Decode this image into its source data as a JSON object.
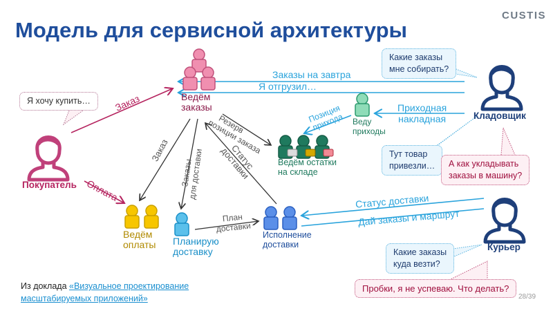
{
  "title": "Модель для сервисной архитектуры",
  "logo": "CUSTIS",
  "colors": {
    "title": "#1f4e9c",
    "buyer": "#b5245f",
    "arrow_internal": "#333333",
    "arrow_external": "#29a3dc",
    "orders": "#e56f9a",
    "stock": "#1f7a5e",
    "receipts": "#7fd6b0",
    "payments": "#f2c200",
    "planning": "#5bc0eb",
    "delivery": "#4a86e8",
    "staff": "#1e3f7a"
  },
  "actors": {
    "buyer": {
      "label": "Покупатель",
      "icon": "person-outline-icon"
    },
    "storekeeper": {
      "label": "Кладовщик",
      "icon": "person-outline-icon"
    },
    "courier": {
      "label": "Курьер",
      "icon": "person-outline-icon"
    }
  },
  "services": {
    "orders": {
      "label_1": "Ведём",
      "label_2": "заказы"
    },
    "receipts": {
      "label_1": "Веду",
      "label_2": "приходы"
    },
    "stock": {
      "label_1": "Ведём остатки",
      "label_2": "на складе"
    },
    "payments": {
      "label_1": "Ведём",
      "label_2": "оплаты"
    },
    "planning": {
      "label_1": "Планирую",
      "label_2": "доставку"
    },
    "delivery": {
      "label_1": "Исполнение",
      "label_2": "доставки"
    }
  },
  "arrows": {
    "orders_tomorrow": "Заказы на завтра",
    "shipped": "Я отгрузил…",
    "invoice_1": "Приходная",
    "invoice_2": "накладная",
    "receipt_pos_1": "Позиция",
    "receipt_pos_2": "прихода",
    "reserve_1": "Резерв",
    "reserve_2": "позиции заказа",
    "status_1": "Статус",
    "status_2": "доставки",
    "order_pay": "Заказ",
    "orders_delivery_1": "Заказы",
    "orders_delivery_2": "для доставки",
    "plan_1": "План",
    "plan_2": "доставки",
    "buyer_order": "Заказ",
    "buyer_pay": "Оплата",
    "courier_status": "Статус доставки",
    "courier_route": "Дай заказы и маршрут"
  },
  "bubbles": {
    "buyer": "Я хочу купить…",
    "store_q_1": "Какие заказы",
    "store_q_2": "мне собирать?",
    "goods_1": "Тут товар",
    "goods_2": "привезли…",
    "pack_1": "А как укладывать",
    "pack_2": "заказы в машину?",
    "courier_q_1": "Какие заказы",
    "courier_q_2": "куда везти?",
    "traffic": "Пробки, я не успеваю. Что делать?"
  },
  "footer": {
    "prefix": "Из доклада ",
    "link_1": "«Визуальное проектирование",
    "link_2": "масштабируемых приложений»"
  },
  "page_number": "28/39"
}
